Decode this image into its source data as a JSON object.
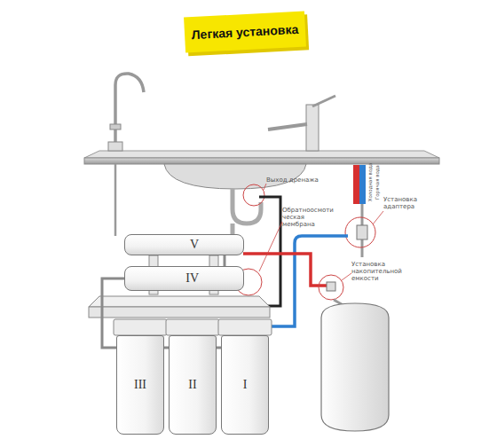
{
  "diagram": {
    "title": "Легкая установка",
    "nodes": [
      {
        "text": [
          "I"
        ]
      },
      {
        "text": [
          "II"
        ]
      },
      {
        "text": [
          "III"
        ]
      },
      {
        "text": [
          "IV"
        ]
      },
      {
        "text": [
          "V"
        ]
      }
    ],
    "edges": [
      {
        "from": 0,
        "to": 1,
        "arrow": "none"
      },
      {
        "from": 1,
        "to": 2,
        "arrow": "none"
      },
      {
        "from": 2,
        "to": 3,
        "arrow": "none"
      },
      {
        "from": 3,
        "to": 4,
        "arrow": "none"
      }
    ],
    "labels": [
      "Выход дренажа",
      "Обратноосмоти ческая мембрана",
      "Установка адаптера",
      "Установка накопительной емкости",
      "Холодная вода",
      "Горячая вода"
    ]
  }
}
